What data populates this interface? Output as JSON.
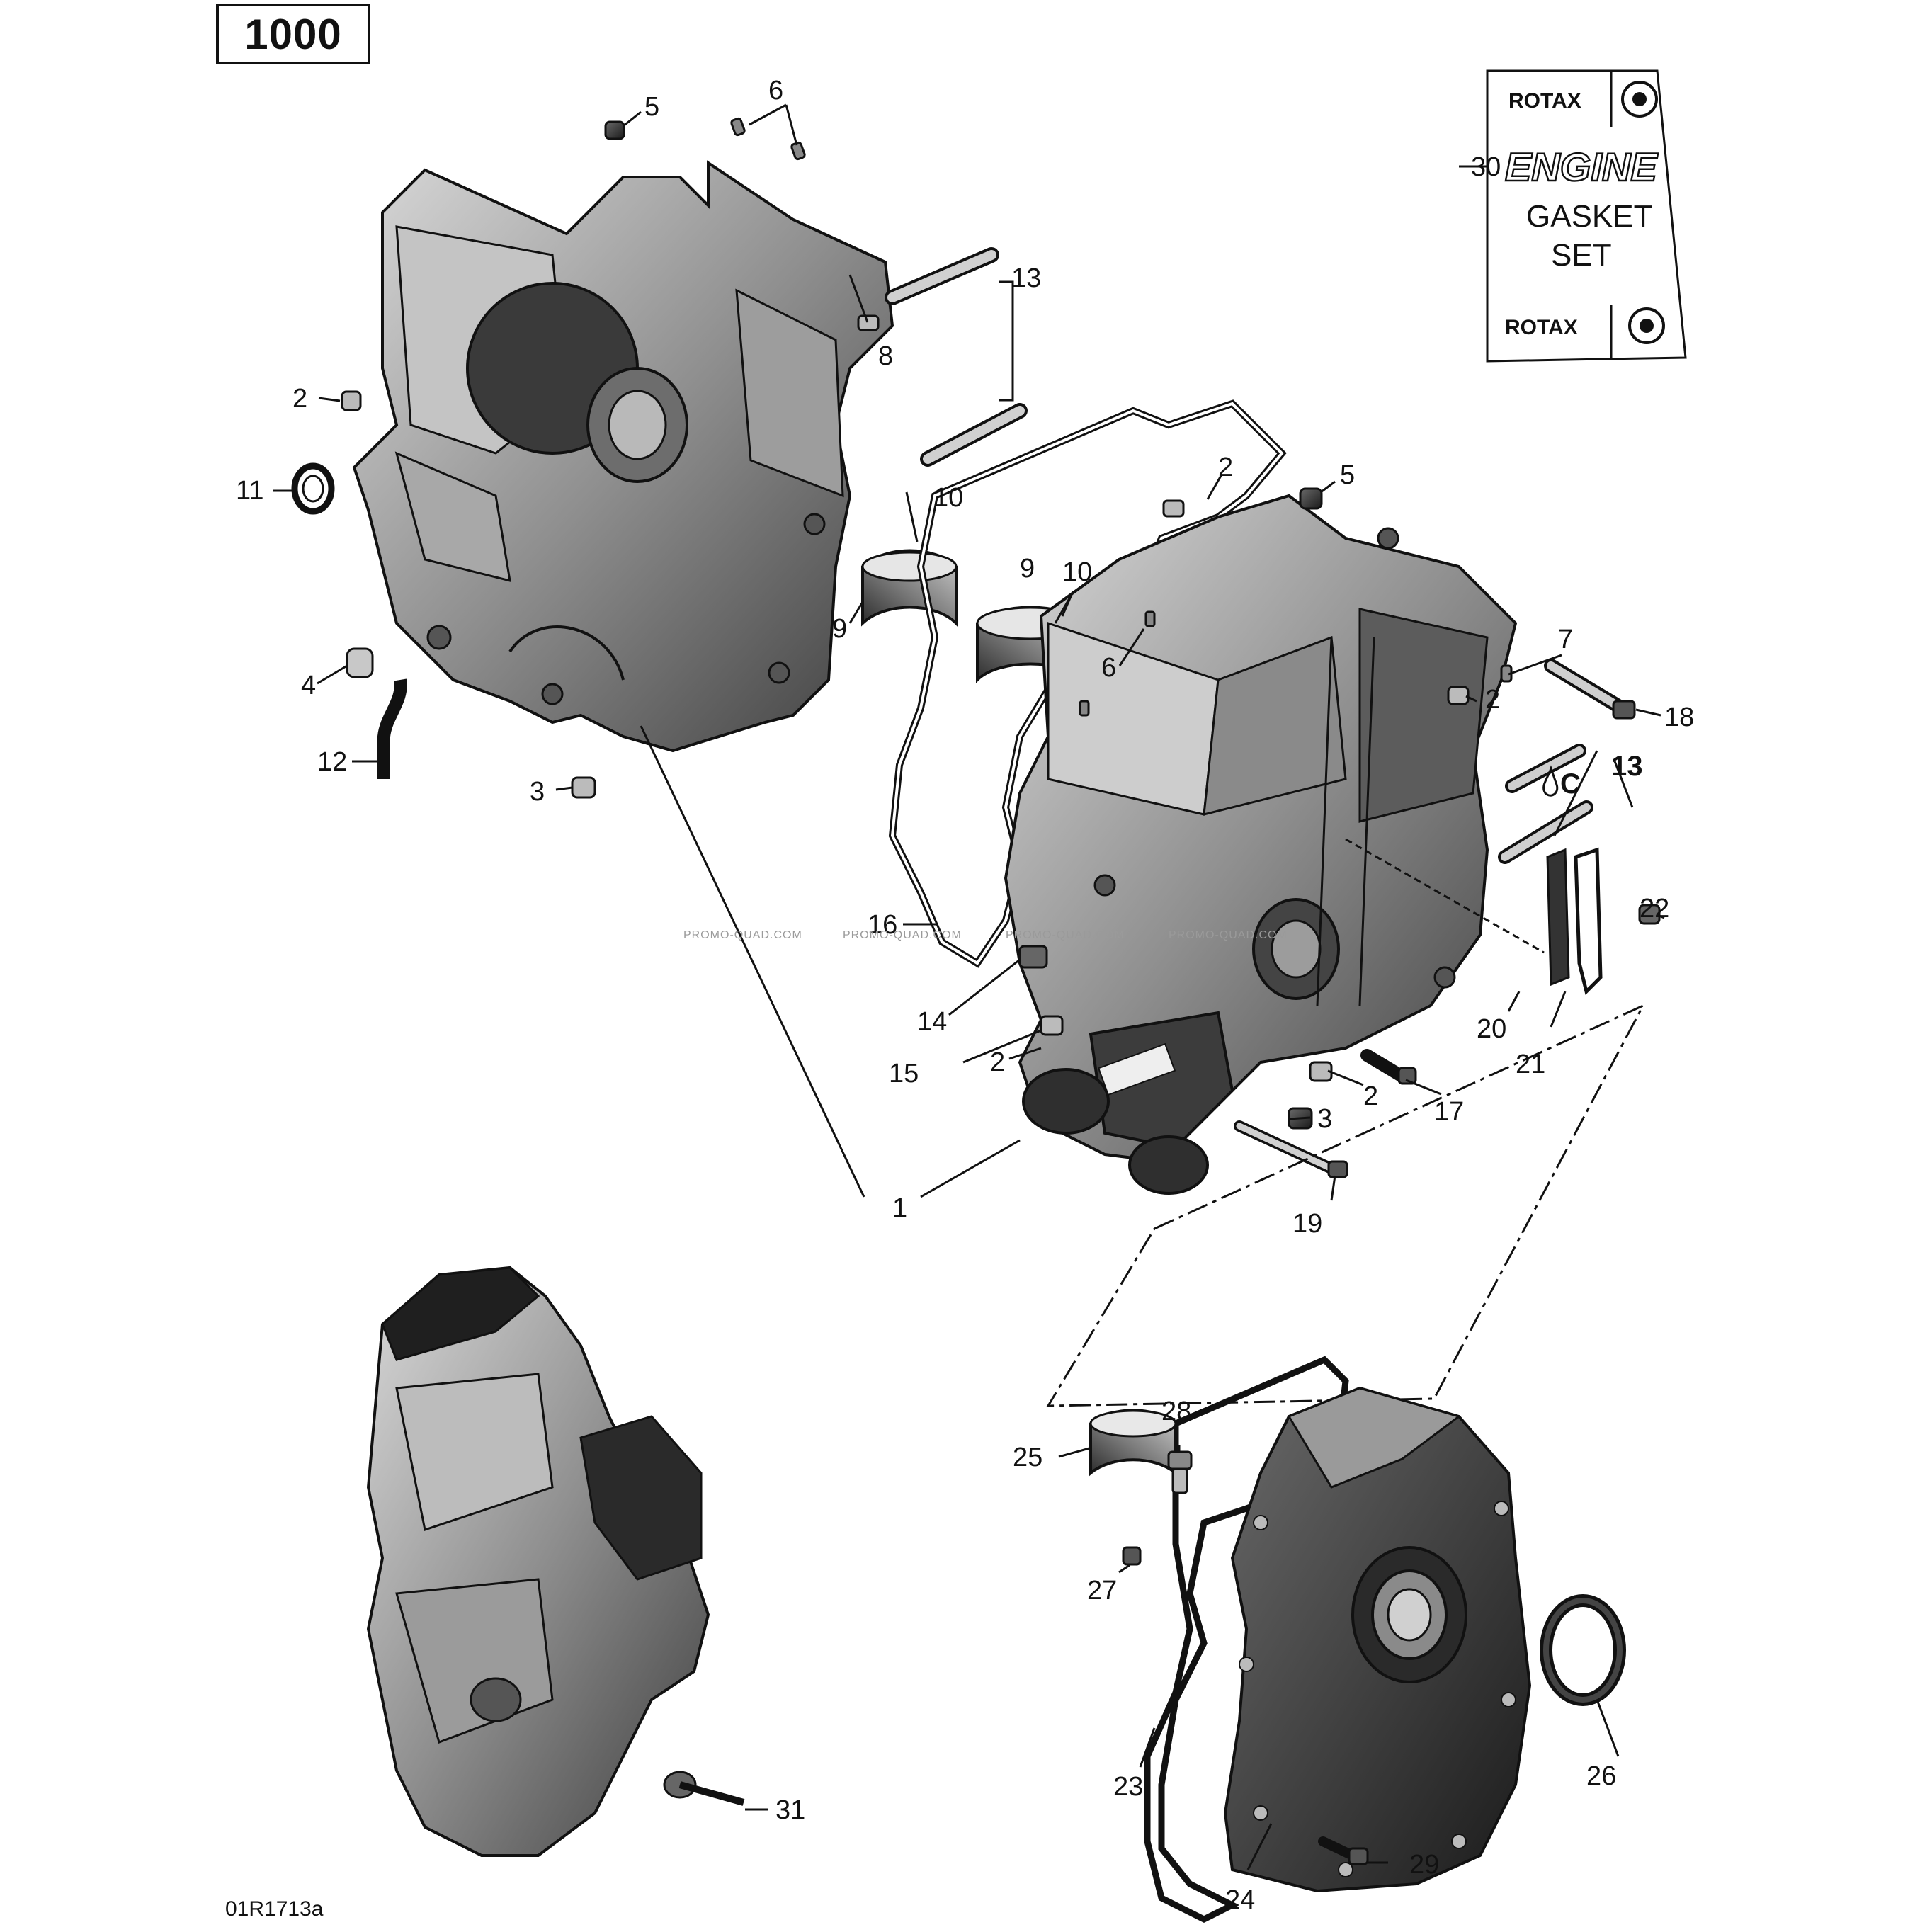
{
  "model_label": "1000",
  "reference_code": "01R1713a",
  "watermark": "PROMO-QUAD.COM",
  "gasket_kit": {
    "brand": "ROTAX",
    "line1": "ENGINE",
    "line2": "GASKET",
    "line3": "SET"
  },
  "symbol_label": "C",
  "callouts": {
    "c1": "1",
    "c2": "2",
    "c3": "3",
    "c4": "4",
    "c5": "5",
    "c6": "6",
    "c7": "7",
    "c8": "8",
    "c9": "9",
    "c10": "10",
    "c11": "11",
    "c12": "12",
    "c13": "13",
    "c14": "14",
    "c15": "15",
    "c16": "16",
    "c17": "17",
    "c18": "18",
    "c19": "19",
    "c20": "20",
    "c21": "21",
    "c22": "22",
    "c23": "23",
    "c24": "24",
    "c25": "25",
    "c26": "26",
    "c27": "27",
    "c28": "28",
    "c29": "29",
    "c30": "30",
    "c31": "31"
  }
}
